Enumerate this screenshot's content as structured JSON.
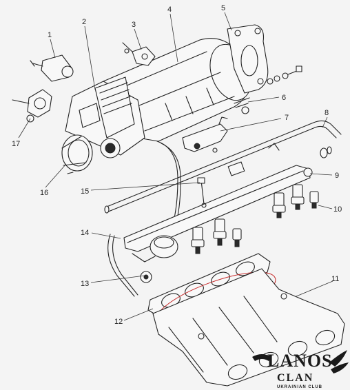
{
  "diagram": {
    "callouts": [
      "1",
      "2",
      "3",
      "4",
      "5",
      "6",
      "7",
      "8",
      "9",
      "10",
      "11",
      "12",
      "13",
      "14",
      "15",
      "16",
      "17"
    ]
  },
  "watermark": {
    "line1": "LANOS",
    "line2": "CLAN",
    "line3": "UKRAINIAN CLUB"
  }
}
